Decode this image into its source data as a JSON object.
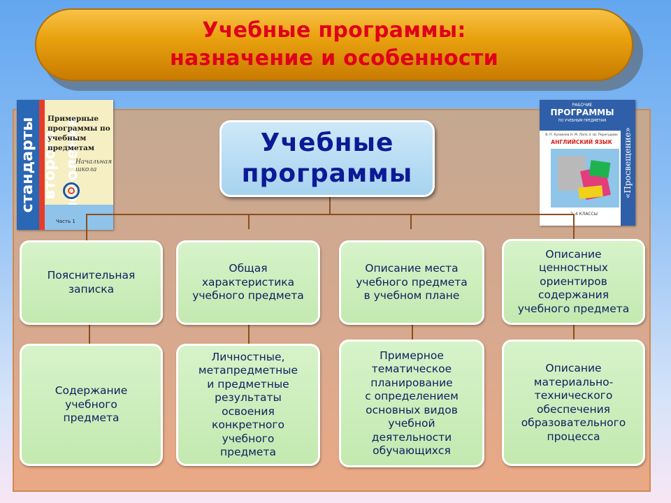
{
  "title": {
    "line1": "Учебные программы:",
    "line2": "назначение и особенности"
  },
  "center": {
    "line1": "Учебные",
    "line2": "программы"
  },
  "boxes_top": [
    "Пояснительная\nзаписка",
    "Общая\nхарактеристика\nучебного предмета",
    "Описание места\nучебного предмета\nв учебном плане",
    "Описание\nценностных\nориентиров\nсодержания\nучебного предмета"
  ],
  "boxes_bottom": [
    "Содержание\nучебного\nпредмета",
    "Личностные,\nметапредметные\nи предметные\nрезультаты\nосвоения\nконкретного\nучебного\nпредмета",
    "Примерное\nтематическое\nпланирование\nс определением\nосновных видов\nучебной\nдеятельности\nобучающихся",
    "Описание\nматериально-\nтехнического\nобеспечения\nобразовательного\nпроцесса"
  ],
  "book_left": {
    "spine": "стандарты второго поколения",
    "title": "Примерные программы по учебным предметам",
    "subtitle": "Начальная школа",
    "part": "Часть 1"
  },
  "book_right": {
    "top_small": "РАБОЧИЕ",
    "top_big": "ПРОГРАММЫ",
    "top_sub": "ПО УЧЕБНЫМ ПРЕДМЕТАМ",
    "authors": "В. П. Кузовлев   Н. М. Лапа   Э. Ш. Перегудова",
    "subject": "АНГЛИЙСКИЙ ЯЗЫК",
    "grade": "2–4 КЛАССЫ",
    "publisher": "«Просвещение»"
  },
  "colors": {
    "title_text": "#e0001b",
    "center_text": "#0d1a95",
    "box_text": "#102060",
    "connector": "#8a4e1c"
  }
}
